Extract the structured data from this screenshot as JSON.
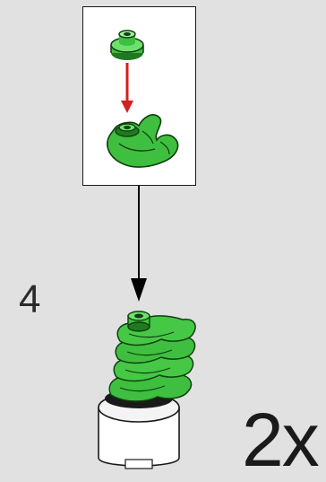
{
  "step": {
    "number": "4",
    "quantity": "2x"
  },
  "colors": {
    "background": "#e1e1e1",
    "part_green": "#3fbf3f",
    "part_green_dark": "#1f7a1f",
    "arrow_red": "#d42020",
    "base_white": "#ffffff"
  },
  "icons": {
    "sub_step_parts": "round-plate-1x1-lime",
    "leaf_part": "plant-leaf-bright-green",
    "base_part": "white-round-brick-2x2"
  }
}
